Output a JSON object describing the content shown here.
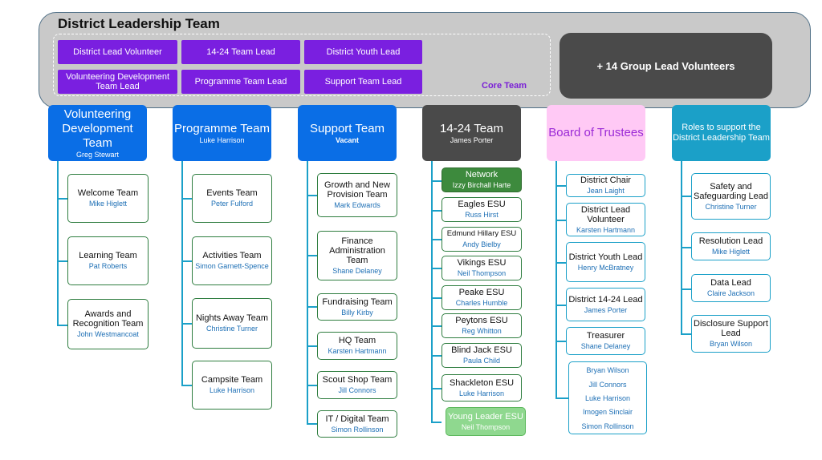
{
  "leadership": {
    "title": "District Leadership Team",
    "core_label": "Core Team",
    "core_roles": [
      "District Lead Volunteer",
      "14-24 Team Lead",
      "District Youth Lead",
      "Volunteering Development Team Lead",
      "Programme Team Lead",
      "Support Team Lead"
    ],
    "group_leads": "+ 14 Group Lead Volunteers"
  },
  "columns": [
    {
      "title": "Volunteering Development Team",
      "lead": "Greg Stewart",
      "items": [
        {
          "title": "Welcome Team",
          "name": "Mike Higlett"
        },
        {
          "title": "Learning Team",
          "name": "Pat Roberts"
        },
        {
          "title": "Awards and Recognition Team",
          "name": "John Westmancoat"
        }
      ]
    },
    {
      "title": "Programme Team",
      "lead": "Luke Harrison",
      "items": [
        {
          "title": "Events Team",
          "name": "Peter Fulford"
        },
        {
          "title": "Activities Team",
          "name": "Simon Garnett-Spence"
        },
        {
          "title": "Nights Away Team",
          "name": "Christine Turner"
        },
        {
          "title": "Campsite Team",
          "name": "Luke Harrison"
        }
      ]
    },
    {
      "title": "Support Team",
      "lead": "Vacant",
      "items": [
        {
          "title": "Growth and New Provision Team",
          "name": "Mark Edwards"
        },
        {
          "title": "Finance Administration Team",
          "name": "Shane Delaney"
        },
        {
          "title": "Fundraising Team",
          "name": "Billy Kirby"
        },
        {
          "title": "HQ Team",
          "name": "Karsten Hartmann"
        },
        {
          "title": "Scout Shop Team",
          "name": "Jill Connors"
        },
        {
          "title": "IT / Digital Team",
          "name": "Simon Rollinson"
        }
      ]
    },
    {
      "title": "14-24 Team",
      "lead": "James Porter",
      "items": [
        {
          "title": "Network",
          "name": "Izzy Birchall Harte"
        },
        {
          "title": "Eagles ESU",
          "name": "Russ Hirst"
        },
        {
          "title": "Edmund Hillary ESU",
          "name": "Andy Bielby"
        },
        {
          "title": "Vikings ESU",
          "name": "Neil Thompson"
        },
        {
          "title": "Peake ESU",
          "name": "Charles Humble"
        },
        {
          "title": "Peytons ESU",
          "name": "Reg Whitton"
        },
        {
          "title": "Blind Jack ESU",
          "name": "Paula Child"
        },
        {
          "title": "Shackleton ESU",
          "name": "Luke Harrison"
        },
        {
          "title": "Young Leader ESU",
          "name": "Neil Thompson"
        }
      ]
    },
    {
      "title": "Board of Trustees",
      "items": [
        {
          "title": "District Chair",
          "name": "Jean Laight"
        },
        {
          "title": "District Lead Volunteer",
          "name": "Karsten Hartmann"
        },
        {
          "title": "District Youth Lead",
          "name": "Henry McBratney"
        },
        {
          "title": "District 14-24 Lead",
          "name": "James Porter"
        },
        {
          "title": "Treasurer",
          "name": "Shane Delaney"
        }
      ],
      "members": [
        "Bryan Wilson",
        "Jill Connors",
        "Luke Harrison",
        "Imogen Sinclair",
        "Simon Rollinson"
      ]
    },
    {
      "title": "Roles to support the District Leadership Team",
      "items": [
        {
          "title": "Safety and Safeguarding Lead",
          "name": "Christine Turner"
        },
        {
          "title": "Resolution Lead",
          "name": "Mike Higlett"
        },
        {
          "title": "Data Lead",
          "name": "Claire Jackson"
        },
        {
          "title": "Disclosure Support Lead",
          "name": "Bryan Wilson"
        }
      ]
    }
  ]
}
